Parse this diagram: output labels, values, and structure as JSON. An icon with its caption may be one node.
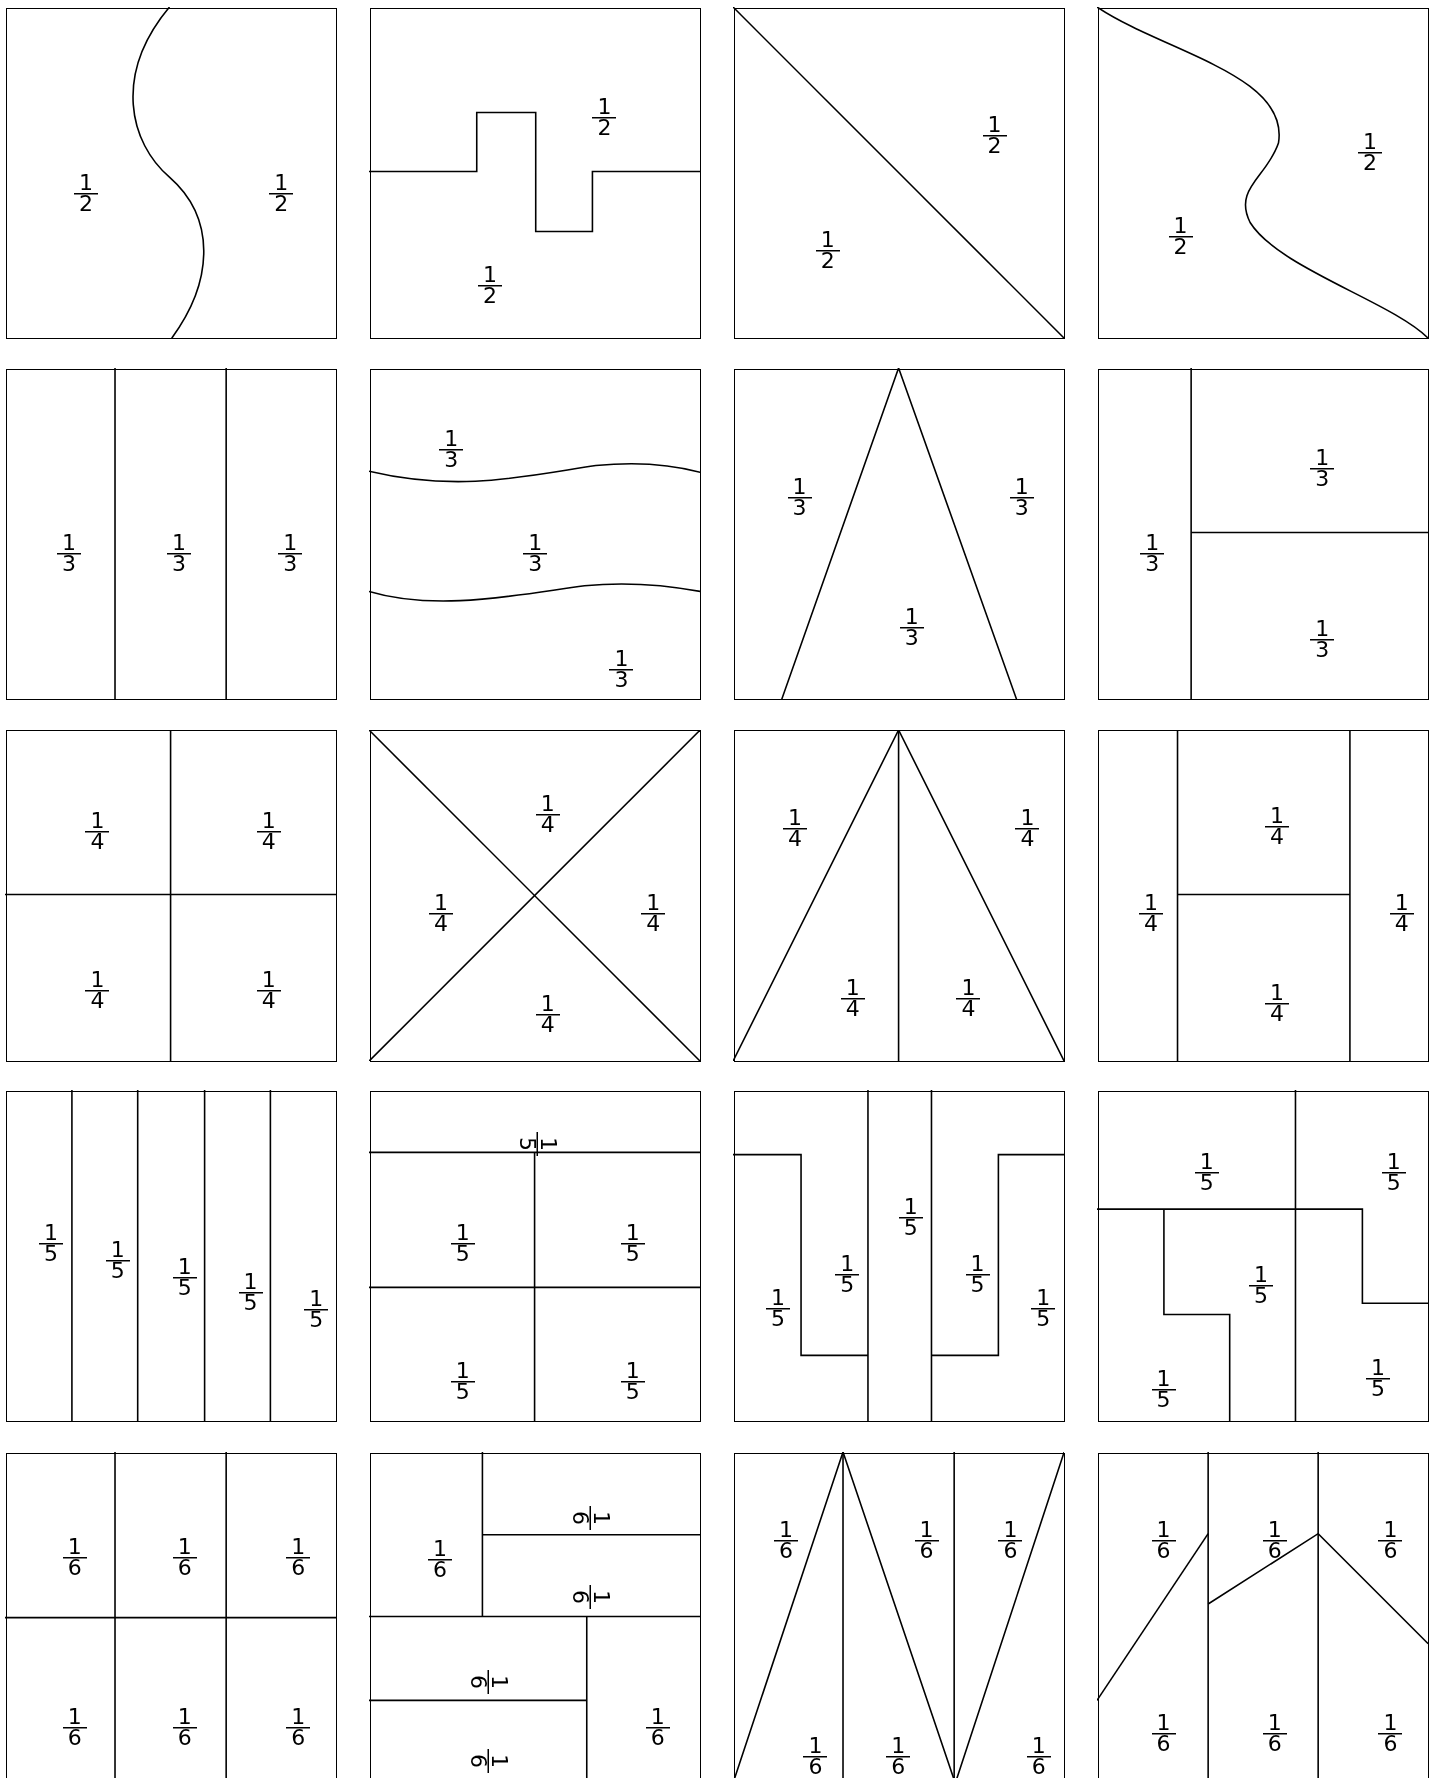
{
  "diagram": {
    "nodes": [
      {
        "text": [
          "1 2",
          "1 2"
        ]
      },
      {
        "text": [
          "1 2",
          "1 2"
        ]
      },
      {
        "text": [
          "1 2",
          "1 2"
        ]
      },
      {
        "text": [
          "1 2",
          "1 2"
        ]
      },
      {
        "text": [
          "1 3",
          "1 3",
          "1 3"
        ]
      },
      {
        "text": [
          "1 3",
          "1 3",
          "1 3"
        ]
      },
      {
        "text": [
          "1 3",
          "1 3",
          "1 3"
        ]
      },
      {
        "text": [
          "1 3",
          "1 3",
          "1 3"
        ]
      },
      {
        "text": [
          "1 4",
          "1 4",
          "1 4",
          "1 4"
        ]
      },
      {
        "text": [
          "1 4",
          "1 4",
          "1 4",
          "1 4"
        ]
      },
      {
        "text": [
          "1 4",
          "1 4",
          "1 4",
          "1 4"
        ]
      },
      {
        "text": [
          "1 4",
          "1 4",
          "1 4",
          "1 4"
        ]
      },
      {
        "text": [
          "1 5",
          "1 5",
          "1 5",
          "1 5",
          "1 5"
        ]
      },
      {
        "text": [
          "1 5",
          "1 5",
          "1 5",
          "1 5",
          "1 5"
        ]
      },
      {
        "text": [
          "1 5",
          "1 5",
          "1 5",
          "1 5",
          "1 5"
        ]
      },
      {
        "text": [
          "1 5",
          "1 5",
          "1 5",
          "1 5",
          "1 5"
        ]
      },
      {
        "text": [
          "1 6",
          "1 6",
          "1 6",
          "1 6",
          "1 6",
          "1 6"
        ]
      },
      {
        "text": [
          "1 6",
          "1 6",
          "1 6",
          "1 6",
          "1 6",
          "1 6"
        ]
      },
      {
        "text": [
          "1 6",
          "1 6",
          "1 6",
          "1 6",
          "1 6",
          "1 6"
        ]
      },
      {
        "text": [
          "1 6",
          "1 6",
          "1 6",
          "1 6",
          "1 6",
          "1 6"
        ]
      }
    ]
  }
}
